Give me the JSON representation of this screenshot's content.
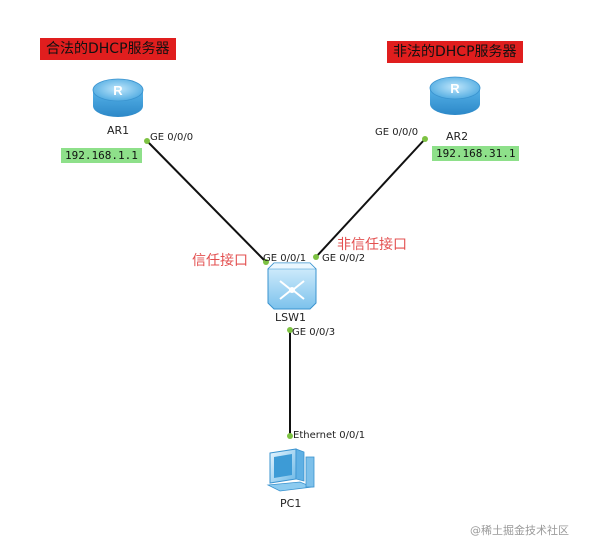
{
  "banners": {
    "legal_server": "合法的DHCP服务器",
    "illegal_server": "非法的DHCP服务器"
  },
  "devices": {
    "ar1": {
      "name": "AR1",
      "ip": "192.168.1.1",
      "icon": "router-icon"
    },
    "ar2": {
      "name": "AR2",
      "ip": "192.168.31.1",
      "icon": "router-icon"
    },
    "lsw1": {
      "name": "LSW1",
      "icon": "switch-icon"
    },
    "pc1": {
      "name": "PC1",
      "icon": "pc-icon"
    }
  },
  "ports": {
    "ar1_ge000": "GE 0/0/0",
    "ar2_ge000": "GE 0/0/0",
    "lsw_ge001": "GE 0/0/1",
    "lsw_ge002": "GE 0/0/2",
    "lsw_ge003": "GE 0/0/3",
    "pc_eth001": "Ethernet 0/0/1"
  },
  "annotations": {
    "trusted_port": "信任接口",
    "untrusted_port": "非信任接口"
  },
  "watermark": "@稀土掘金技术社区",
  "colors": {
    "banner": "#e01e1e",
    "ip_tag": "#8ee08a",
    "annotation": "#e35050",
    "link": "#111111",
    "port_dot": "#7dc242",
    "device_blue": "#4aa8e0"
  }
}
